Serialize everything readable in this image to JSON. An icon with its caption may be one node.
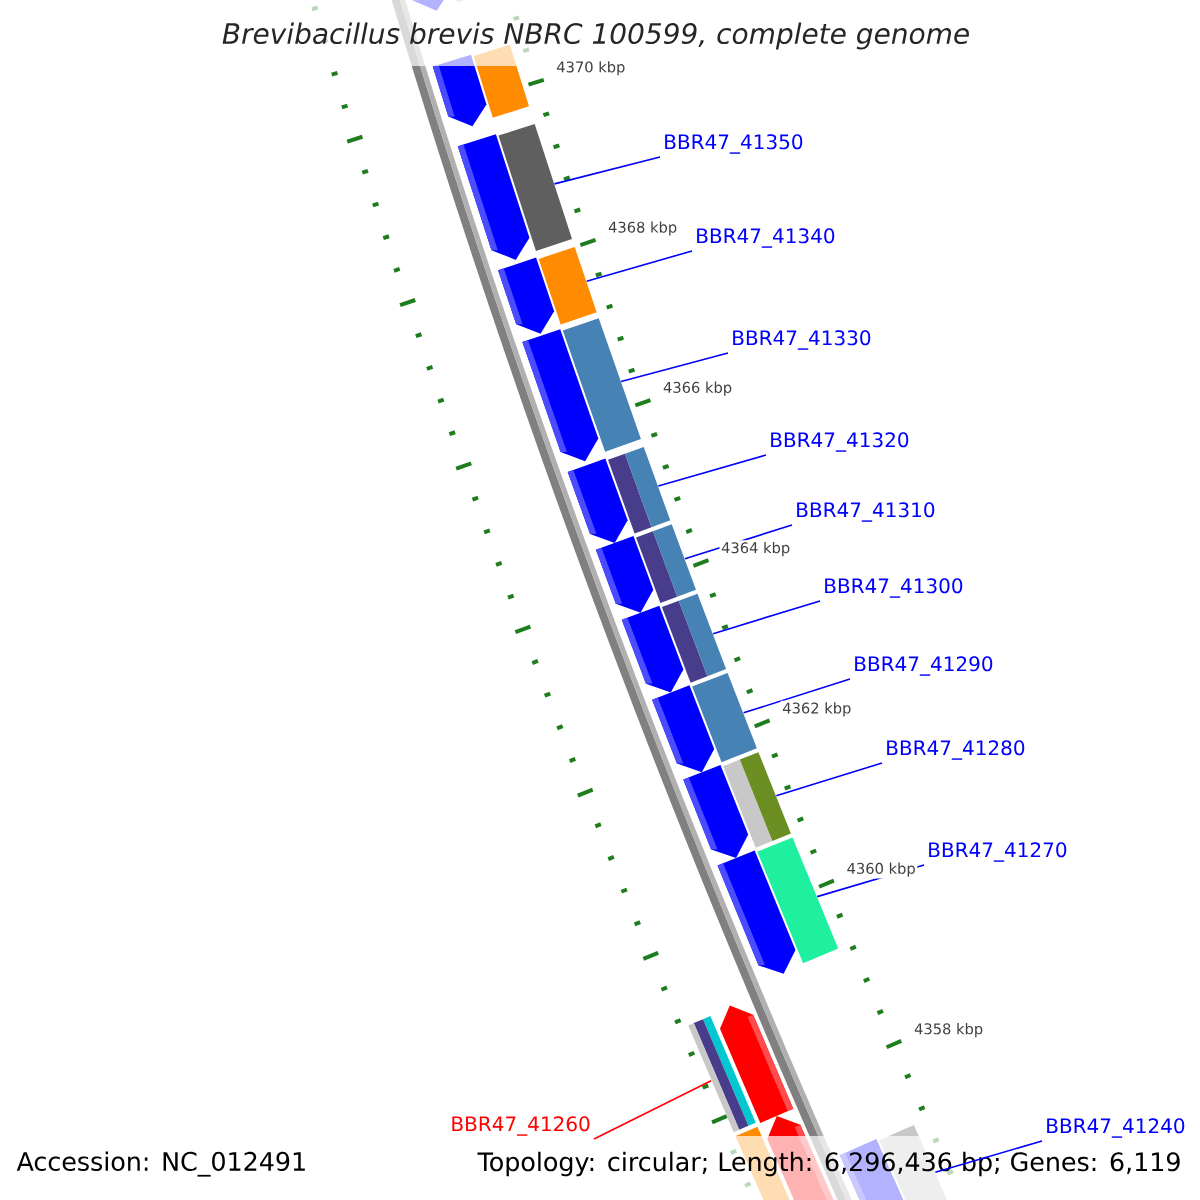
{
  "diagram": {
    "title": "Brevibacillus brevis NBRC 100599, complete genome",
    "nodes": [
      {
        "text": [
          "BBR47_41350"
        ]
      },
      {
        "text": [
          "BBR47_41340"
        ]
      },
      {
        "text": [
          "BBR47_41330"
        ]
      },
      {
        "text": [
          "BBR47_41320"
        ]
      },
      {
        "text": [
          "BBR47_41310"
        ]
      },
      {
        "text": [
          "BBR47_41300"
        ]
      },
      {
        "text": [
          "BBR47_41290"
        ]
      },
      {
        "text": [
          "BBR47_41280"
        ]
      },
      {
        "text": [
          "BBR47_41270"
        ]
      },
      {
        "text": [
          "BBR47_41260"
        ]
      },
      {
        "text": [
          "BBR47_41240"
        ]
      },
      {
        "text": [],
        "shape": "bar"
      },
      {
        "text": [],
        "shape": "bar"
      },
      {
        "text": [],
        "shape": "bar"
      },
      {
        "text": [],
        "shape": "bar"
      },
      {
        "text": [],
        "shape": "bar"
      },
      {
        "text": [],
        "shape": "bar"
      },
      {
        "text": [],
        "shape": "bar"
      },
      {
        "text": [],
        "shape": "bar"
      },
      {
        "text": [],
        "shape": "bar"
      },
      {
        "text": [],
        "shape": "bar"
      },
      {
        "text": [],
        "shape": "bar"
      },
      {
        "text": [],
        "shape": "bar"
      },
      {
        "text": [],
        "shape": "bar"
      },
      {
        "text": [],
        "shape": "bar"
      }
    ],
    "edges": [
      {
        "from": 0,
        "to": 13,
        "arrow": "none"
      },
      {
        "from": 1,
        "to": 14,
        "arrow": "none"
      },
      {
        "from": 2,
        "to": 15,
        "arrow": "none"
      },
      {
        "from": 3,
        "to": 16,
        "arrow": "none"
      },
      {
        "from": 4,
        "to": 17,
        "arrow": "none"
      },
      {
        "from": 5,
        "to": 18,
        "arrow": "none"
      },
      {
        "from": 6,
        "to": 19,
        "arrow": "none"
      },
      {
        "from": 7,
        "to": 20,
        "arrow": "none"
      },
      {
        "from": 8,
        "to": 21,
        "arrow": "none"
      },
      {
        "from": 9,
        "to": 22,
        "arrow": "none",
        "color": "#ff0000"
      },
      {
        "from": 10,
        "to": 24,
        "arrow": "none"
      }
    ],
    "labels": [
      "4370 kbp",
      "4368 kbp",
      "4366 kbp",
      "4364 kbp",
      "4362 kbp",
      "4360 kbp",
      "4358 kbp",
      "Accession: NC_012491",
      "Topology: circular; Length: 6,296,436 bp; Genes: 6,119"
    ]
  }
}
